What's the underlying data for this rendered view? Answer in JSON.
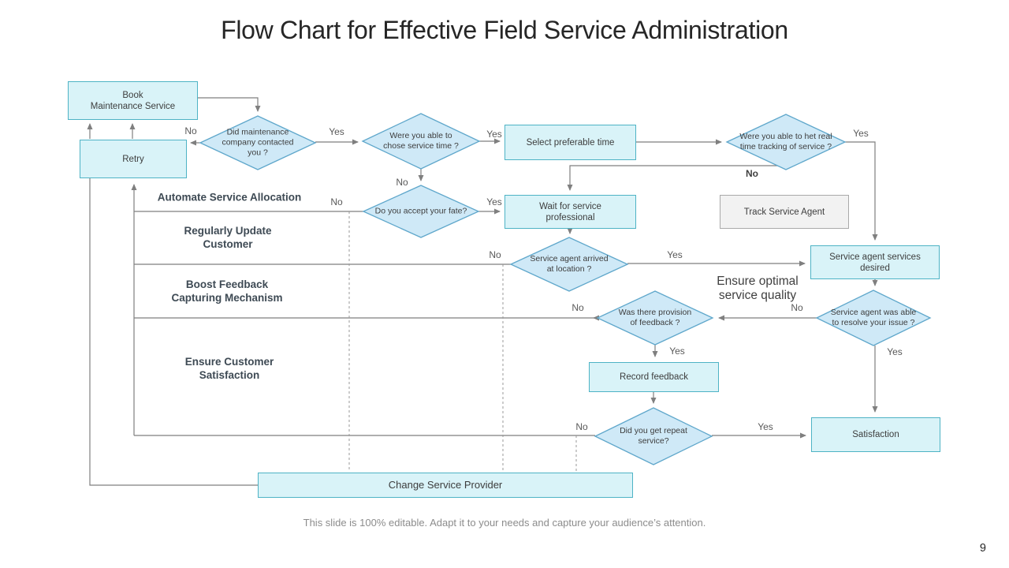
{
  "slide": {
    "title": "Flow Chart for Effective Field Service Administration",
    "footer": "This slide is 100% editable. Adapt it to your needs and capture your audience’s attention.",
    "page_number": "9"
  },
  "labels": {
    "yes": "Yes",
    "no": "No"
  },
  "nodes": {
    "book": {
      "label": "Book\nMaintenance Service"
    },
    "retry": {
      "label": "Retry"
    },
    "select_time": {
      "label": "Select preferable time"
    },
    "wait_professional": {
      "label": "Wait for service\nprofessional"
    },
    "track_agent": {
      "label": "Track Service Agent"
    },
    "services_desired": {
      "label": "Service agent services\ndesired"
    },
    "record_feedback": {
      "label": "Record feedback"
    },
    "satisfaction": {
      "label": "Satisfaction"
    },
    "change_provider": {
      "label": "Change Service Provider"
    }
  },
  "decisions": {
    "maintenance_contacted": {
      "label": "Did maintenance\ncompany contacted\nyou ?"
    },
    "chose_service_time": {
      "label": "Were you able to\nchose service time ?"
    },
    "accept_fate": {
      "label": "Do you accept your fate?"
    },
    "real_time_tracking": {
      "label": "Were you able to het real\ntime tracking of service ?"
    },
    "agent_arrived": {
      "label": "Service agent arrived\nat location ?"
    },
    "feedback_provision": {
      "label": "Was there provision\nof feedback ?"
    },
    "issue_resolved": {
      "label": "Service agent was able\nto resolve your issue ?"
    },
    "repeat_service": {
      "label": "Did you get repeat\nservice?"
    }
  },
  "sections": {
    "automate": "Automate Service Allocation",
    "update": "Regularly Update\nCustomer",
    "boost": "Boost Feedback\nCapturing Mechanism",
    "ensure": "Ensure Customer\nSatisfaction"
  },
  "annotations": {
    "quality": "Ensure optimal\nservice quality"
  },
  "colors": {
    "process_fill": "#d9f3f8",
    "process_border": "#4eb3c5",
    "decision_fill": "#cfe9f7",
    "decision_border": "#5fa7cb",
    "neutral_fill": "#f2f2f2",
    "neutral_border": "#a9a9a9",
    "connector": "#7f7f7f",
    "section_text": "#3e4a54"
  }
}
